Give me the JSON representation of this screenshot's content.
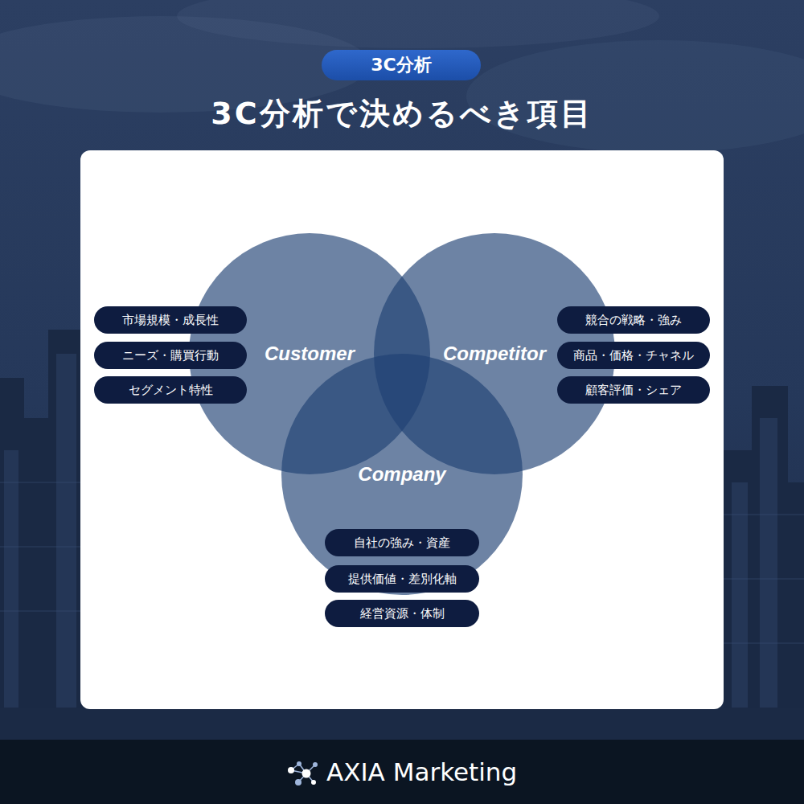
{
  "diagram": {
    "title": "3C分析で決めるべき項目",
    "nodes": [
      {
        "text": [
          "3C分析"
        ]
      },
      {
        "text": [
          "市場規模・成長性"
        ]
      },
      {
        "text": [
          "ニーズ・購買行動"
        ]
      },
      {
        "text": [
          "セグメント特性"
        ]
      },
      {
        "text": [
          "Customer"
        ]
      },
      {
        "text": [
          "Competitor"
        ]
      },
      {
        "text": [
          "競合の戦略・強み"
        ]
      },
      {
        "text": [
          "商品・価格・チャネル"
        ]
      },
      {
        "text": [
          "顧客評価・シェア"
        ]
      },
      {
        "text": [
          "Company"
        ]
      },
      {
        "text": [
          "自社の強み・資産"
        ]
      },
      {
        "text": [
          "提供価値・差別化軸"
        ]
      },
      {
        "text": [
          "経営資源・体制"
        ]
      },
      {
        "text": [
          "AXIA Marketing"
        ]
      }
    ]
  }
}
